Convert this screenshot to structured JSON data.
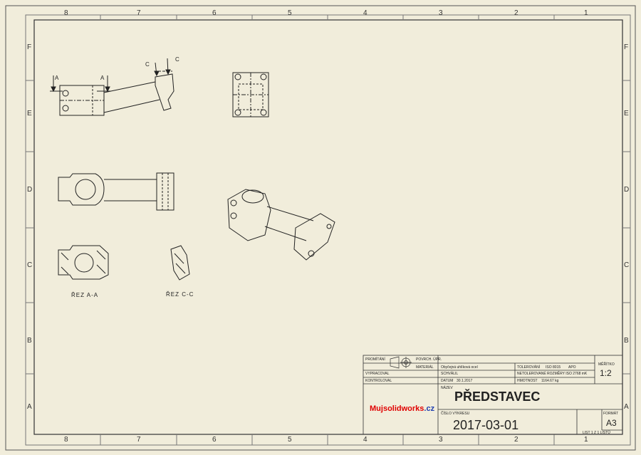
{
  "zones": {
    "columns": [
      "8",
      "7",
      "6",
      "5",
      "4",
      "3",
      "2",
      "1"
    ],
    "rows": [
      "F",
      "E",
      "D",
      "C",
      "B",
      "A"
    ]
  },
  "section_markers": {
    "a_left": "A",
    "a_right": "A",
    "c_left": "C",
    "c_right": "C"
  },
  "views": {
    "section_a_label": "ŘEZ A-A",
    "section_c_label": "ŘEZ C-C"
  },
  "title_block": {
    "drawn_label": "PROMÍTÁNÍ",
    "surface_label": "POVRCH. ÚPR.",
    "material_label": "MATERIÁL",
    "material_value": "Obyčejná uhlíková ocel",
    "tolerance_label": "TOLEROVÁNÍ",
    "tolerance_value": "ISO 8015",
    "tolerance_extra": "APO",
    "designed_label": "VYPRACOVAL",
    "approved_label": "SCHVÁLIL",
    "untoleranced_value": "NETOLEROVANÉ ROZMĚRY ISO 2768 mK",
    "checked_label": "KONTROLOVAL",
    "date_label": "DATUM",
    "date_value": "30.1.2017",
    "mass_label": "HMOTNOST",
    "mass_value": "1164.67 kg",
    "scale_label": "MĚŘÍTKO",
    "scale_value": "1:2",
    "name_label": "NÁZEV",
    "name_value": "PŘEDSTAVEC",
    "drawing_no_label": "ČÍSLO VÝKRESU",
    "drawing_no_value": "2017-03-01",
    "format_label": "FORMÁT",
    "format_value": "A3",
    "sheet_value": "LIST 1 Z 1 LISTŮ",
    "logo_part1": "Muj",
    "logo_part2": "solidworks",
    "logo_part3": ".cz"
  }
}
